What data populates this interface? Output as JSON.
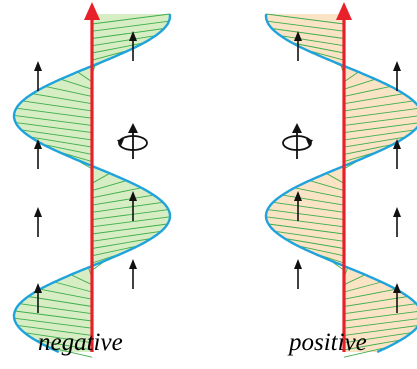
{
  "panels": [
    {
      "id": "negative",
      "label": "negative",
      "handedness": "left",
      "fill_color": "#d7edc3",
      "rib_color": "#3fae4d",
      "ribbon_color": "#1fa3dc",
      "axis_color": "#e8202a"
    },
    {
      "id": "positive",
      "label": "positive",
      "handedness": "right",
      "fill_color": "#fbe3c6",
      "rib_color": "#3fae4d",
      "ribbon_color": "#1fa3dc",
      "axis_color": "#e8202a"
    }
  ]
}
